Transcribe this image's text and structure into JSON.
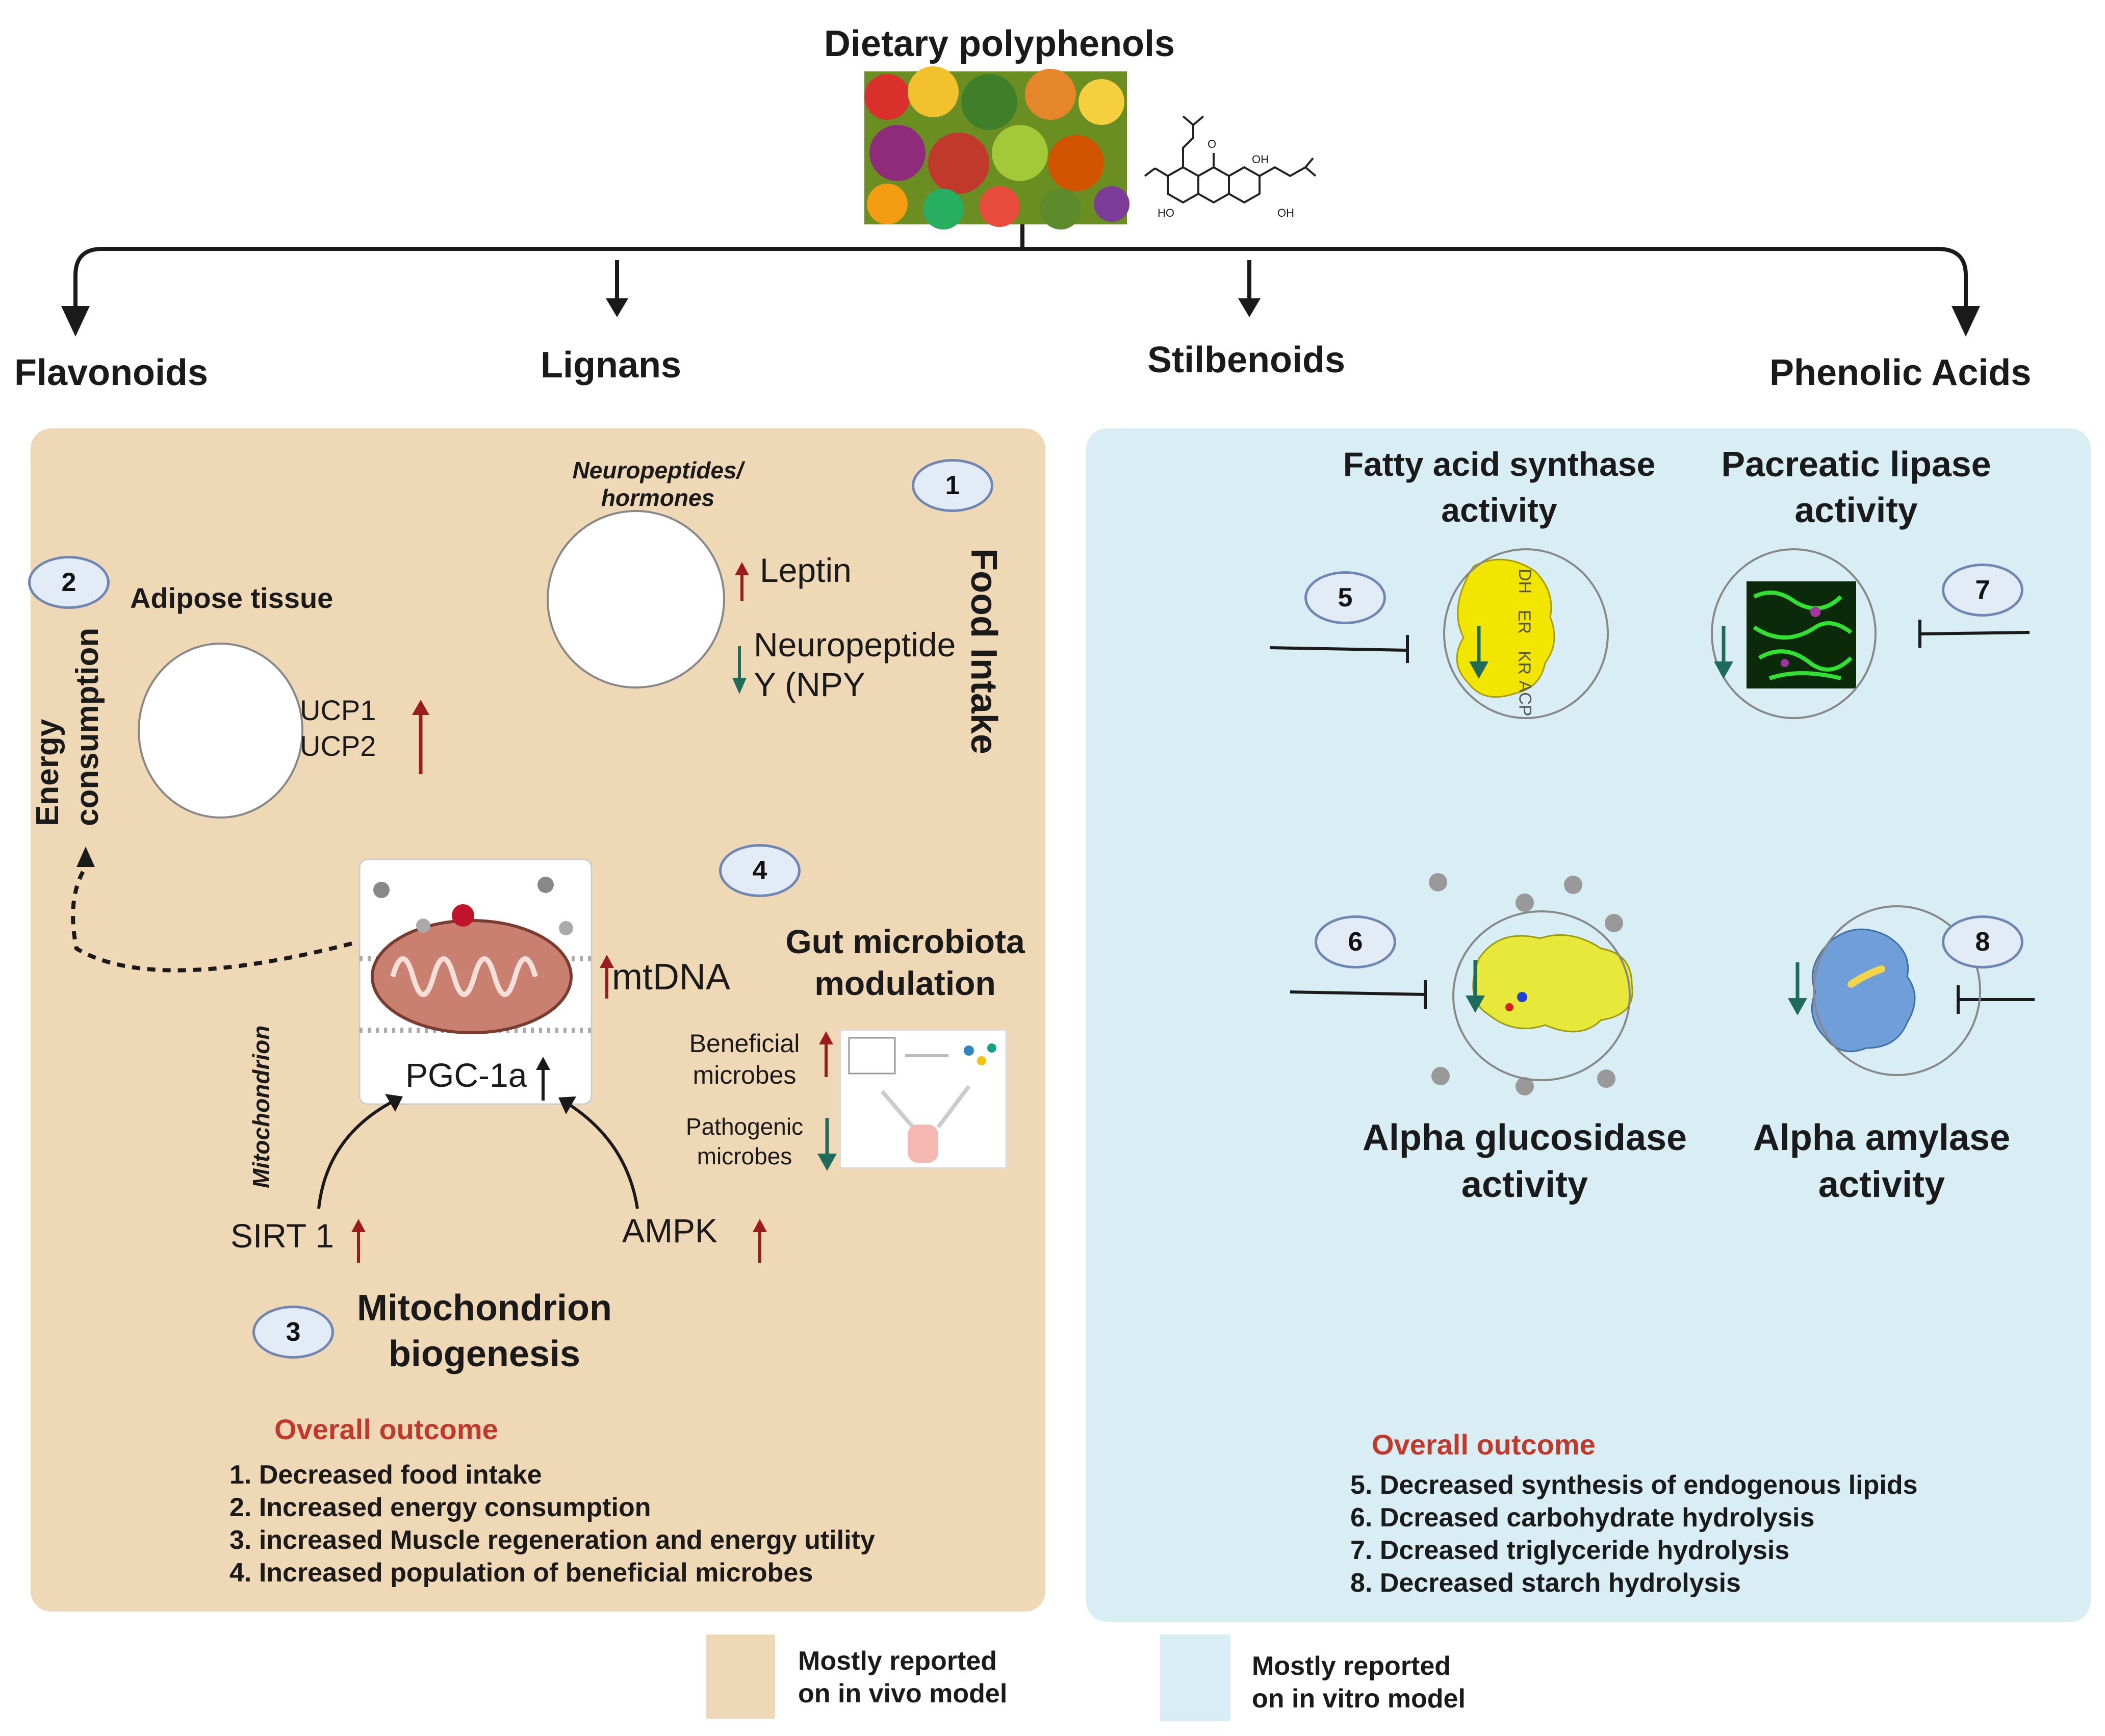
{
  "top": {
    "title": "Dietary polyphenols",
    "classes": [
      "Flavonoids",
      "Lignans",
      "Stilbenoids",
      "Phenolic Acids"
    ]
  },
  "molecule": {
    "labels": [
      "OH",
      "O",
      "HO",
      "OH"
    ]
  },
  "left_panel": {
    "badges": [
      "1",
      "2",
      "3",
      "4"
    ],
    "neuropeptides_label": "Neuropeptides/ hormones",
    "neuropeptides_line1": "Neuropeptides/",
    "neuropeptides_line2": "hormones",
    "leptin": "Leptin",
    "npy_line1": "Neuropeptide",
    "npy_line2": "Y (NPY",
    "food_intake": "Food Intake",
    "adipose_tissue": "Adipose tissue",
    "ucp1": "UCP1",
    "ucp2": "UCP2",
    "energy_line1": "Energy",
    "energy_line2": "consumption",
    "mtdna": "mtDNA",
    "pgc": "PGC-1a",
    "mitochondrion_vertical": "Mitochondrion",
    "sirt": "SIRT 1",
    "ampk": "AMPK",
    "gut_line1": "Gut microbiota",
    "gut_line2": "modulation",
    "beneficial_line1": "Beneficial",
    "beneficial_line2": "microbes",
    "pathogenic_line1": "Pathogenic",
    "pathogenic_line2": "microbes",
    "biogenesis_line1": "Mitochondrion",
    "biogenesis_line2": "biogenesis",
    "outcome_title": "Overall outcome",
    "outcomes": [
      "1. Decreased food intake",
      "2. Increased energy consumption",
      "3. increased Muscle regeneration and energy utility",
      "4.  Increased population of beneficial microbes"
    ]
  },
  "right_panel": {
    "badges": [
      "5",
      "6",
      "7",
      "8"
    ],
    "fas_line1": "Fatty acid synthase",
    "fas_line2": "activity",
    "lipase_line1": "Pacreatic lipase",
    "lipase_line2": "activity",
    "fas_domains": [
      "DH",
      "ER",
      "KR",
      "ACP"
    ],
    "glucosidase_line1": "Alpha glucosidase",
    "glucosidase_line2": "activity",
    "amylase_line1": "Alpha amylase",
    "amylase_line2": "activity",
    "outcome_title": "Overall outcome",
    "outcomes": [
      "5. Decreased synthesis of endogenous lipids",
      "6. Dcreased carbohydrate hydrolysis",
      "7. Dcreased triglyceride hydrolysis",
      "8. Decreased starch hydrolysis"
    ]
  },
  "legend": {
    "in_vivo_line1": "Mostly reported",
    "in_vivo_line2": "on in vivo model",
    "in_vitro_line1": "Mostly reported",
    "in_vitro_line2": "on in vitro model"
  },
  "colors": {
    "in_vivo": "#efd8b6",
    "in_vitro": "#d9eef4",
    "up_arrow": "#9b1c1c",
    "down_arrow": "#1f6b5b",
    "outcome_title": "#c0392b"
  }
}
